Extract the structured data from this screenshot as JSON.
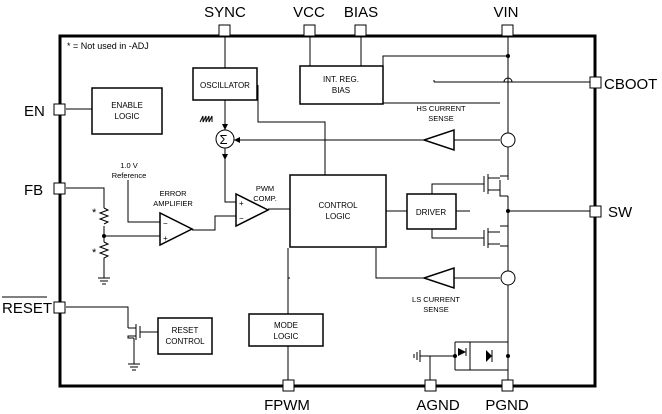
{
  "pins": {
    "sync": "SYNC",
    "vcc": "VCC",
    "bias": "BIAS",
    "vin": "VIN",
    "cboot": "CBOOT",
    "en": "EN",
    "fb": "FB",
    "sw": "SW",
    "reset": "RESET",
    "fpwm": "FPWM",
    "agnd": "AGND",
    "pgnd": "PGND"
  },
  "note": "* = Not used in -ADJ",
  "blocks": {
    "oscillator": "OSCILLATOR",
    "int_reg_line1": "INT. REG.",
    "int_reg_line2": "BIAS",
    "enable_line1": "ENABLE",
    "enable_line2": "LOGIC",
    "control_line1": "CONTROL",
    "control_line2": "LOGIC",
    "driver": "DRIVER",
    "mode_line1": "MODE",
    "mode_line2": "LOGIC",
    "reset_line1": "RESET",
    "reset_line2": "CONTROL"
  },
  "labels": {
    "hs_sense_line1": "HS CURRENT",
    "hs_sense_line2": "SENSE",
    "ls_sense_line1": "LS CURRENT",
    "ls_sense_line2": "SENSE",
    "ref_line1": "1.0 V",
    "ref_line2": "Reference",
    "err_line1": "ERROR",
    "err_line2": "AMPLIFIER",
    "pwm_line1": "PWM",
    "pwm_line2": "COMP.",
    "sigma": "Σ",
    "star": "*",
    "plus": "+",
    "minus": "−"
  }
}
